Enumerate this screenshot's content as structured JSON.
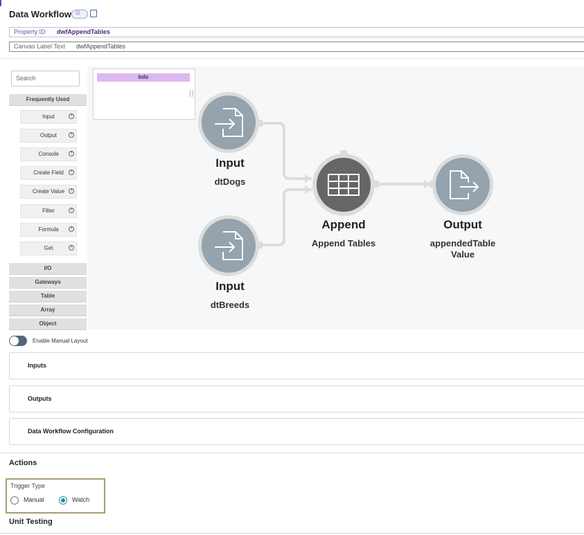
{
  "header": {
    "title": "Data Workflow"
  },
  "properties": {
    "property_id_label": "Property ID",
    "property_id_value": "dwfAppendTables",
    "canvas_label_label": "Canvas Label Text",
    "canvas_label_value": "dwfAppendTables"
  },
  "palette": {
    "search_placeholder": "Search",
    "frequently_used": "Frequently Used",
    "items": [
      "Input",
      "Output",
      "Console",
      "Create Field",
      "Create Value",
      "Filter",
      "Formula",
      "Get"
    ],
    "categories": [
      "I/O",
      "Gateways",
      "Table",
      "Array",
      "Object"
    ]
  },
  "info_panel": {
    "title": "Info"
  },
  "flow": {
    "nodes": [
      {
        "title": "Input",
        "subtitle": "dtDogs",
        "icon": "file-input-icon",
        "color": "#94a3ae"
      },
      {
        "title": "Input",
        "subtitle": "dtBreeds",
        "icon": "file-input-icon",
        "color": "#94a3ae"
      },
      {
        "title": "Append",
        "subtitle": "Append Tables",
        "icon": "table-icon",
        "color": "#666666"
      },
      {
        "title": "Output",
        "subtitle": "appendedTable Value",
        "icon": "file-output-icon",
        "color": "#94a3ae"
      }
    ]
  },
  "manual_layout": {
    "label": "Enable Manual Layout",
    "enabled": false
  },
  "sections": {
    "inputs": "Inputs",
    "outputs": "Outputs",
    "config": "Data Workflow Configuration"
  },
  "actions": {
    "title": "Actions",
    "trigger_type_label": "Trigger Type",
    "options": [
      "Manual",
      "Watch"
    ],
    "selected": "Watch"
  },
  "unit_testing": {
    "title": "Unit Testing"
  }
}
